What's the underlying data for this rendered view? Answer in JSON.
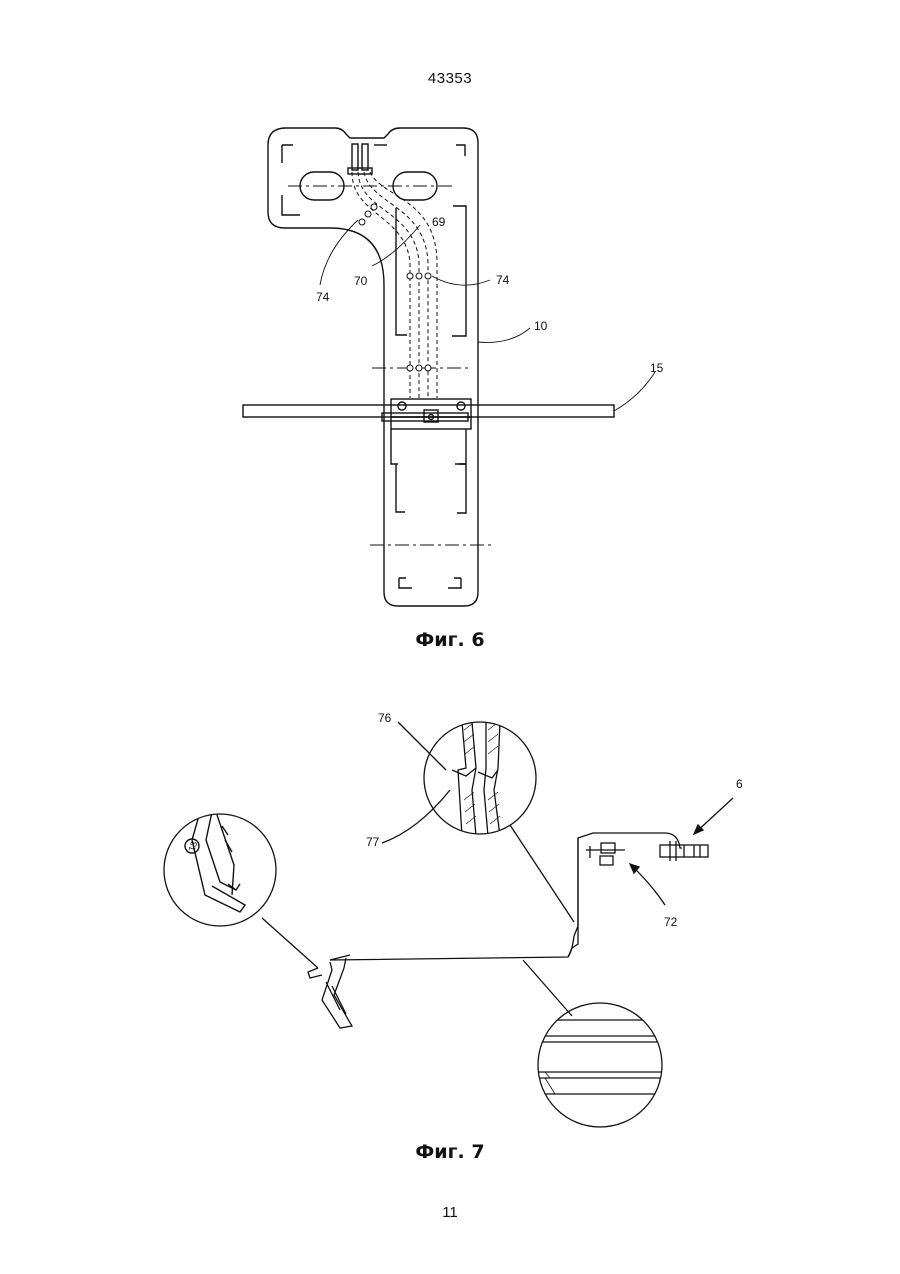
{
  "header": {
    "document_number": "43353"
  },
  "figure6": {
    "caption": "Фиг. 6",
    "labels": {
      "l69": "69",
      "l70": "70",
      "l74a": "74",
      "l74b": "74",
      "l10": "10",
      "l15": "15"
    }
  },
  "figure7": {
    "caption": "Фиг. 7",
    "labels": {
      "l76": "76",
      "l77": "77",
      "l6": "6",
      "l72": "72"
    },
    "detail_label": "13"
  },
  "footer": {
    "page_number": "11"
  }
}
